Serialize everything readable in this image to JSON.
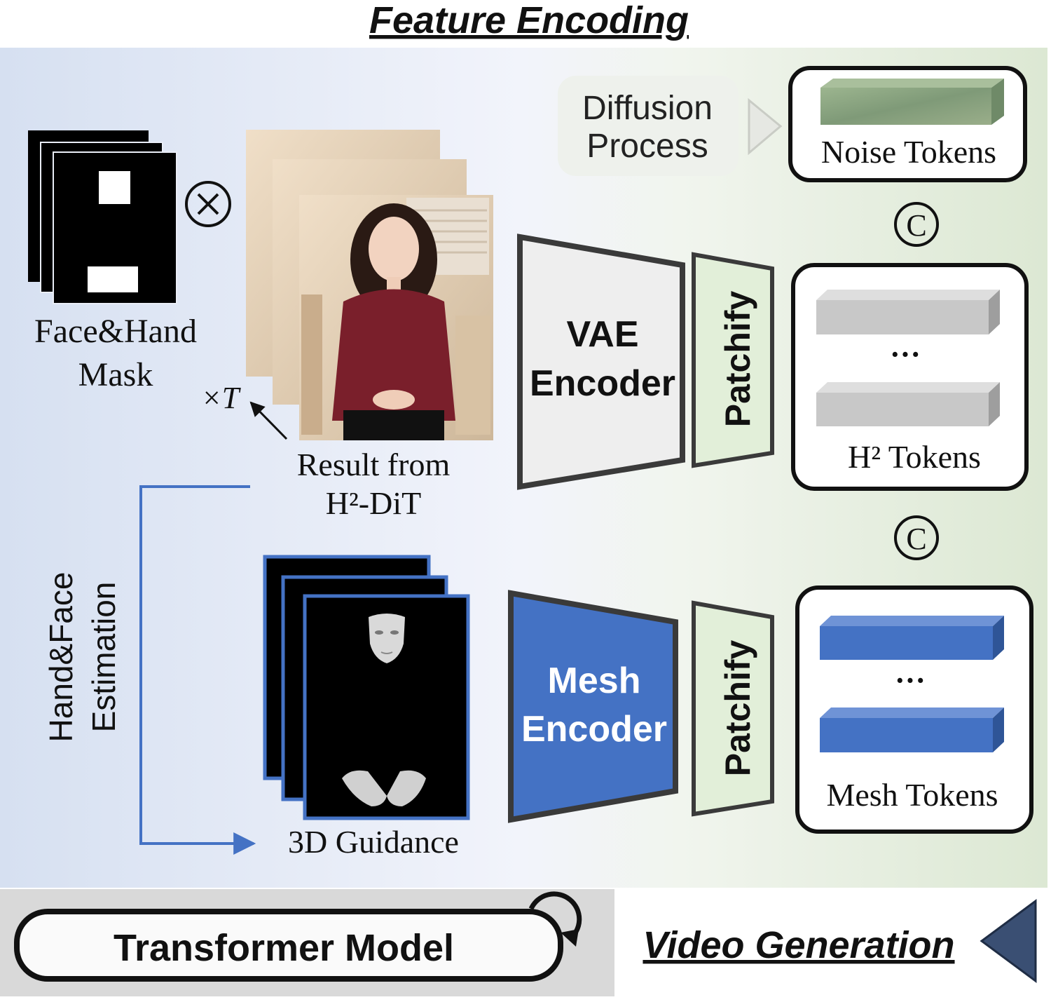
{
  "title": "Feature Encoding",
  "footer": {
    "transformer_label": "Transformer Model",
    "video_generation_label": "Video Generation"
  },
  "mask": {
    "label_line1": "Face&Hand",
    "label_line2": "Mask",
    "operator": "⊗"
  },
  "frames": {
    "repeat_label": "×T",
    "result_line1": "Result from",
    "result_line2": "H²-DiT"
  },
  "diffusion": {
    "line1": "Diffusion",
    "line2": "Process"
  },
  "encoders": {
    "vae_line1": "VAE",
    "vae_line2": "Encoder",
    "mesh_line1": "Mesh",
    "mesh_line2": "Encoder",
    "patchify": "Patchify"
  },
  "tokens": {
    "noise": "Noise Tokens",
    "h2": "H² Tokens",
    "mesh": "Mesh Tokens",
    "ellipsis": "···",
    "concat": "C"
  },
  "estimation": {
    "line1": "Hand&Face",
    "line2": "Estimation"
  },
  "guidance_label": "3D Guidance",
  "colors": {
    "mesh_blue": "#4472c4",
    "patch_green": "#e2efd9",
    "token_gray": "#c8c8c8",
    "noise_green": "#8fa884",
    "triangle_navy": "#3a4f73",
    "shirt_maroon": "#7a1f2b"
  }
}
